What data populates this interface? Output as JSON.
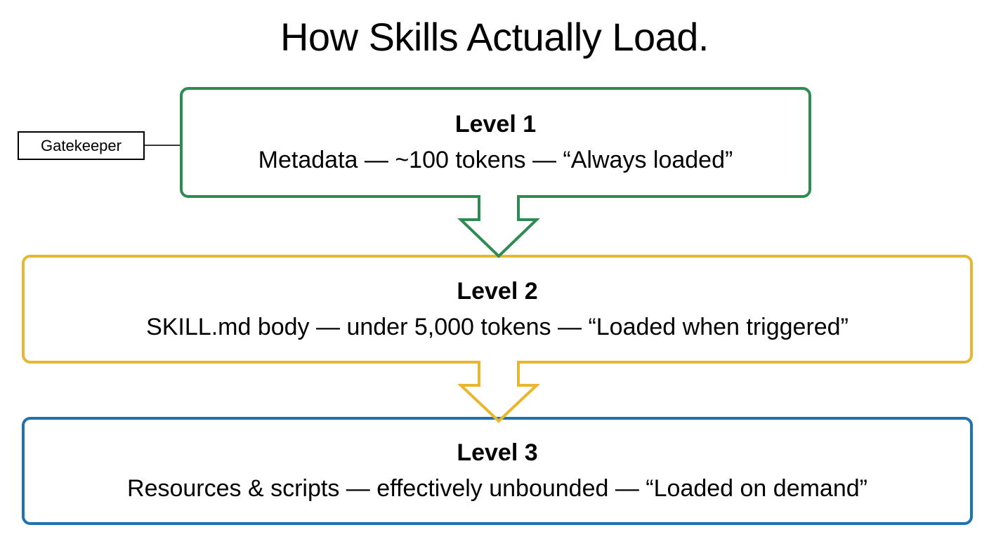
{
  "page": {
    "title": "How Skills Actually Load.",
    "background_color": "#FFFFFF"
  },
  "annotation": {
    "gatekeeper_label": "Gatekeeper"
  },
  "colors": {
    "level1_border": "#2E8B52",
    "level2_border": "#E8B730",
    "level3_border": "#1F72B0",
    "callout_border": "#000000",
    "text": "#000000"
  },
  "levels": [
    {
      "id": "level-1",
      "title": "Level 1",
      "description": "Metadata — ~100 tokens — “Always loaded”",
      "border_color": "#2E8B52"
    },
    {
      "id": "level-2",
      "title": "Level 2",
      "description": "SKILL.md body — under 5,000 tokens — “Loaded when triggered”",
      "border_color": "#E8B730"
    },
    {
      "id": "level-3",
      "title": "Level 3",
      "description": "Resources & scripts — effectively unbounded — “Loaded on demand”",
      "border_color": "#1F72B0"
    }
  ],
  "arrows": [
    {
      "id": "arrow-level1-to-level2",
      "from": "level-1",
      "to": "level-2",
      "direction": "down",
      "color": "#2E8B52",
      "style": "hollow-block-arrow"
    },
    {
      "id": "arrow-level2-to-level3",
      "from": "level-2",
      "to": "level-3",
      "direction": "down",
      "color": "#E8B730",
      "style": "hollow-block-arrow"
    }
  ]
}
